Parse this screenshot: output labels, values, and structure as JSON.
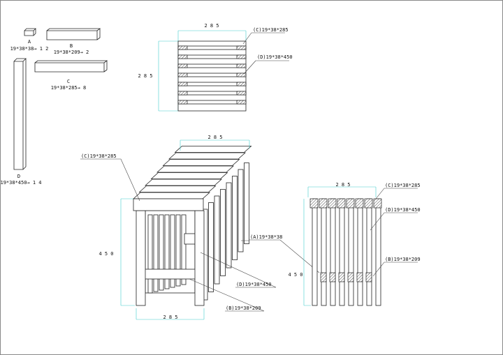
{
  "parts": [
    {
      "letter": "A",
      "spec": "19*38*38→ 1 2"
    },
    {
      "letter": "B",
      "spec": "19*38*209→ 2"
    },
    {
      "letter": "C",
      "spec": "19*38*285→ 8"
    },
    {
      "letter": "D",
      "spec": "19*38*450→ 1 4"
    }
  ],
  "plan_view": {
    "dim_width": "2 8 5",
    "dim_depth": "2 8 5",
    "label_c": "(C)19*38*285",
    "label_d": "(D)19*38*450"
  },
  "iso_view": {
    "dim_top": "2 8 5",
    "dim_height": "4 5 0",
    "dim_bottom": "2 8 5",
    "label_c": "(C)19*38*285",
    "label_a": "(A)19*38*38",
    "label_d": "(D)19*38*450",
    "label_b": "(B)19*38*209"
  },
  "side_view": {
    "dim_width": "2 8 5",
    "dim_height": "4 5 0",
    "label_c": "(C)19*38*285",
    "label_d": "(D)19*38*450",
    "label_b": "(B)19*38*209"
  }
}
